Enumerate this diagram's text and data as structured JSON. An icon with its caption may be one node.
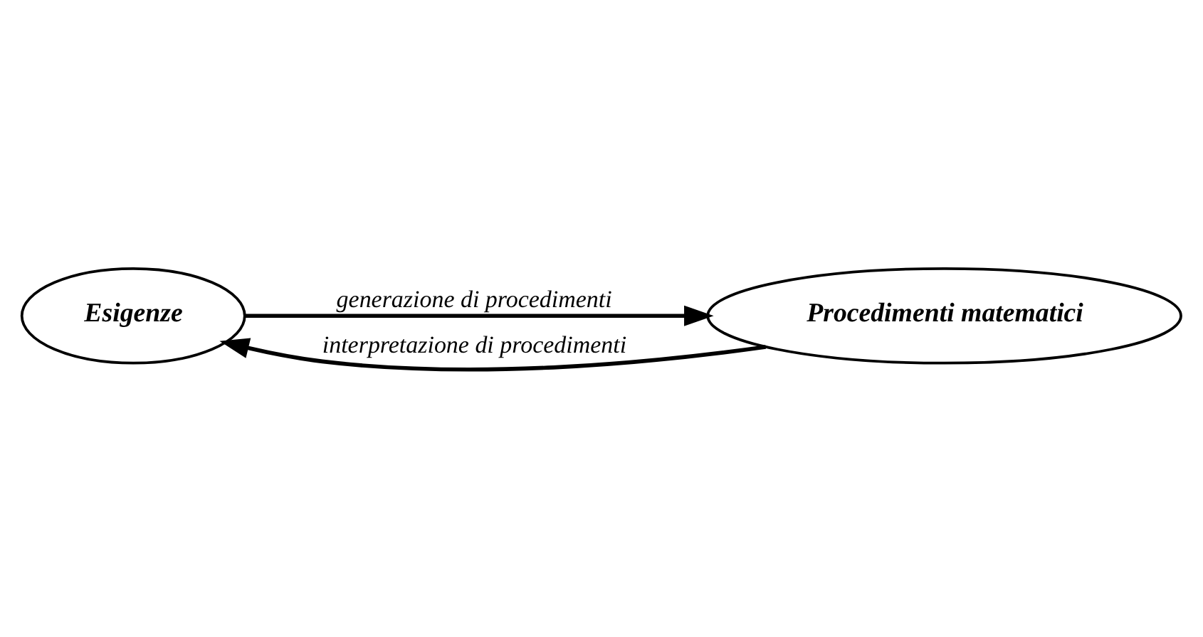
{
  "diagram": {
    "nodes": [
      {
        "text": [
          "Esigenze"
        ]
      },
      {
        "text": [
          "Procedimenti matematici"
        ]
      }
    ],
    "edges": [
      {
        "from": 0,
        "to": 1,
        "arrow": "to",
        "label": "generazione di procedimenti"
      },
      {
        "from": 1,
        "to": 0,
        "arrow": "to",
        "label": "interpretazione di procedimenti"
      }
    ]
  }
}
